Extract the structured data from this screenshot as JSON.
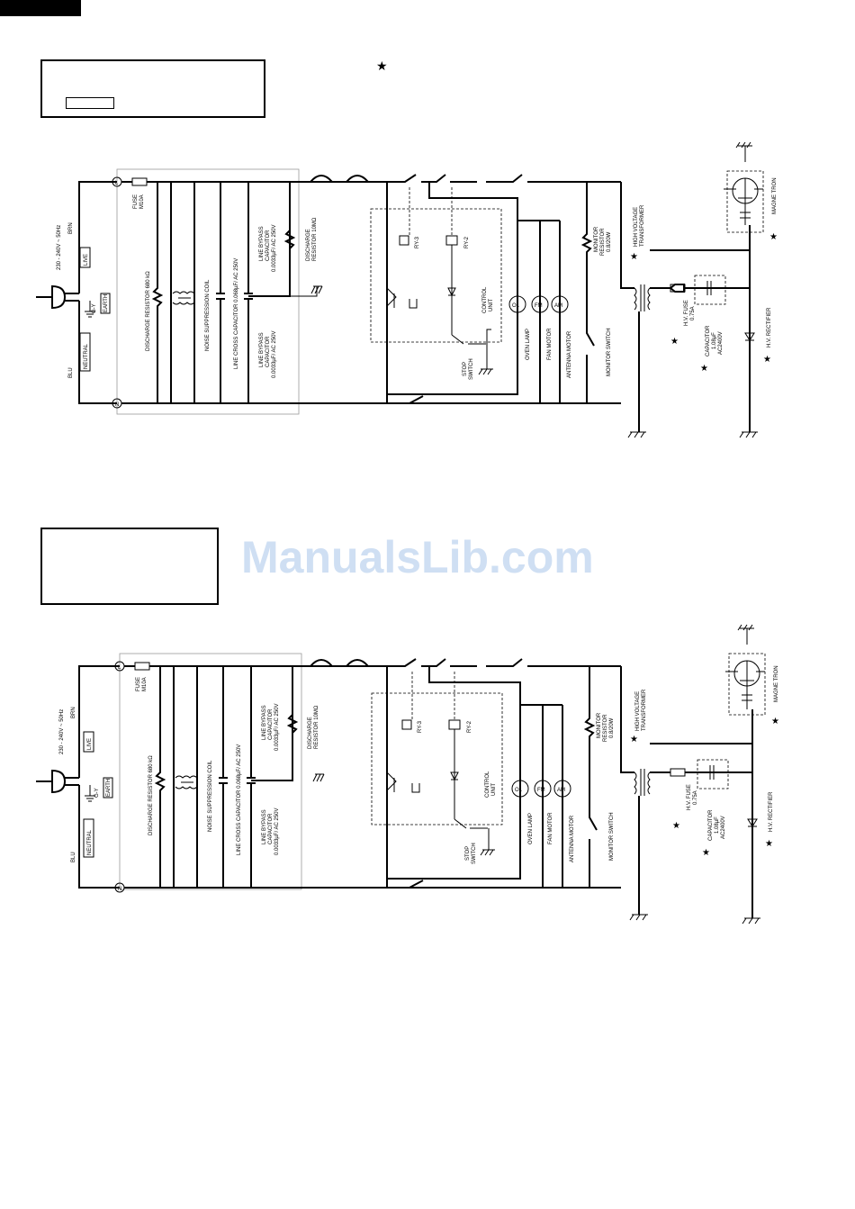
{
  "note_star": "★",
  "watermark": "ManualsLib.com",
  "labels": {
    "supply": "230 - 240V ~ 50Hz",
    "brn": "BRN",
    "blu": "BLU",
    "live": "LIVE",
    "neutral": "NEUTRAL",
    "gy": "G-Y",
    "earth": "EARTH",
    "fuse": "FUSE",
    "fuse_rating": "M10A",
    "discharge_resistor": "DISCHARGE RESISTOR 680 kΩ",
    "noise_coil": "NOISE SUPPRESSION COIL",
    "line_cross": "LINE CROSS CAPACITOR 0.068µF/ AC 250V",
    "bypass_cap": "LINE BYPASS",
    "bypass_cap2": "CAPACITOR",
    "bypass_rating": "0.0033µF/ AC 250V",
    "discharge2": "DISCHARGE",
    "discharge2_rating": "RESISTOR 10MΩ",
    "ry3": "RY-3",
    "ry2": "RY-2",
    "control": "CONTROL",
    "unit": "UNIT",
    "stop": "STOP",
    "switch": "SWITCH",
    "ol": "OL",
    "fm": "FM",
    "am": "AM",
    "oven_lamp": "OVEN LAMP",
    "fan_motor": "FAN MOTOR",
    "antenna_motor": "ANTENNA MOTOR",
    "monitor": "MONITOR",
    "resistor": "RESISTOR",
    "monitor_rating": "0.8/20W",
    "monitor_switch": "MONITOR SWITCH",
    "hv": "HIGH VOLTAGE",
    "transformer": "TRANSFORMER",
    "hv_fuse": "H.V. FUSE",
    "hv_fuse_rating": "0.75A",
    "capacitor": "CAPACITOR",
    "cap_value": "1.08µF",
    "cap_rating": "AC2400V",
    "magnetron": "MAGNE TRON",
    "rectifier": "H.V. RECTIFIER",
    "star": "★",
    "l": "L",
    "n": "N"
  }
}
